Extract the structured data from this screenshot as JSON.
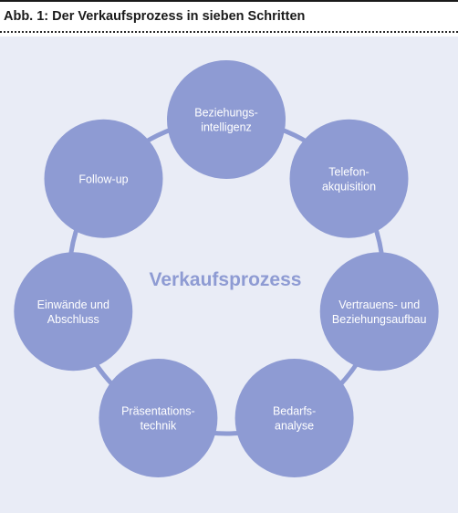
{
  "caption": "Abb. 1: Der Verkaufsprozess in sieben Schritten",
  "center_label": "Verkaufsprozess",
  "steps": [
    {
      "lines": [
        "Beziehungs-",
        "intelligenz"
      ]
    },
    {
      "lines": [
        "Telefon-",
        "akquisition"
      ]
    },
    {
      "lines": [
        "Vertrauens- und",
        "Beziehungsaufbau"
      ]
    },
    {
      "lines": [
        "Bedarfs-",
        "analyse"
      ]
    },
    {
      "lines": [
        "Präsentations-",
        "technik"
      ]
    },
    {
      "lines": [
        "Einwände und",
        "Abschluss"
      ]
    },
    {
      "lines": [
        "Follow-up"
      ]
    }
  ],
  "colors": {
    "node": "#8e9bd3",
    "arrow": "#8e9bd3",
    "center_text": "#8e9bd3",
    "panel": "#e9ecf6"
  }
}
